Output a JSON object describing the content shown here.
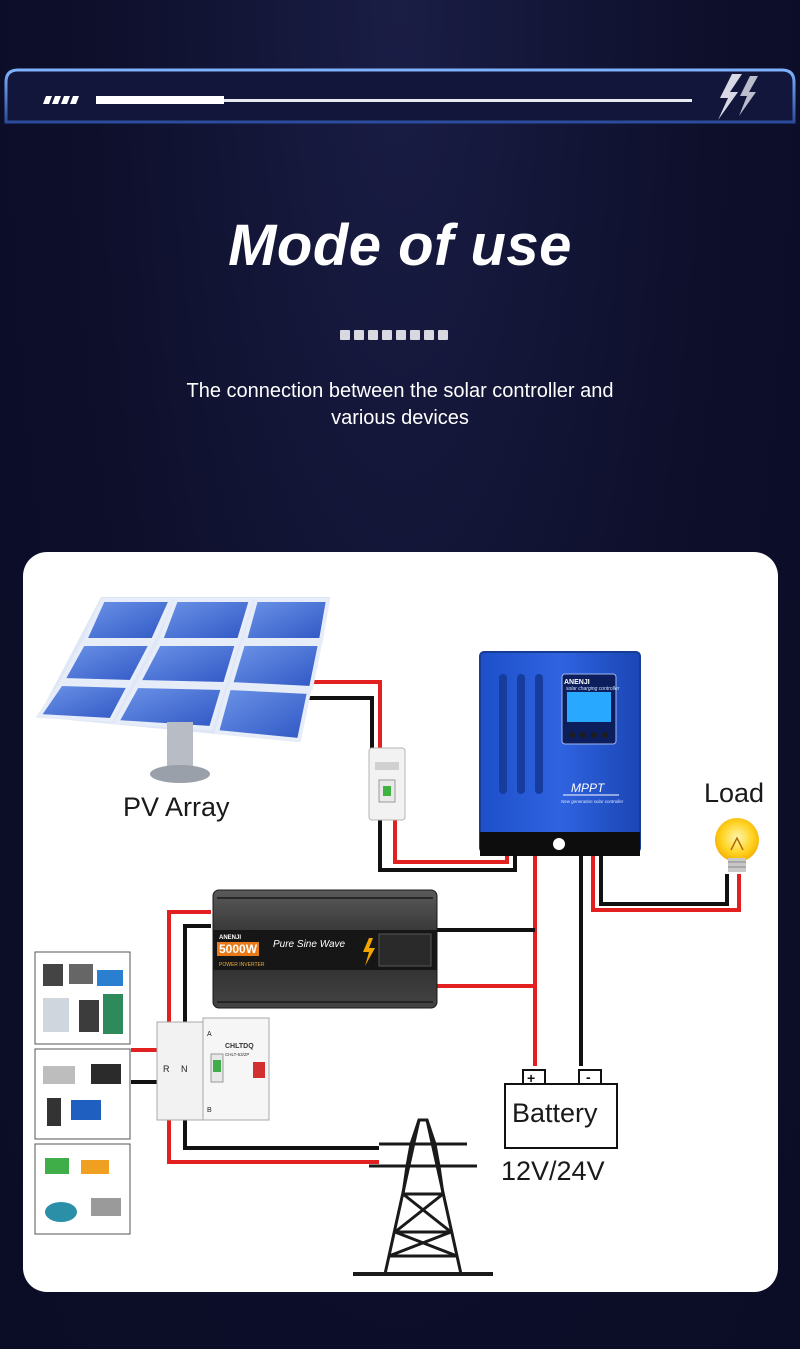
{
  "header": {
    "title": "Mode of use",
    "subtitle_line1": "The connection between the solar controller and",
    "subtitle_line2": "various devices",
    "decor_dot_count": 8
  },
  "diagram": {
    "pv_label": "PV Array",
    "load_label": "Load",
    "battery_label": "Battery",
    "battery_voltage": "12V/24V",
    "battery_pos": "+",
    "battery_neg": "-",
    "controller": {
      "brand": "ANENJI",
      "model_text": "MPPT",
      "caption": "solar charging controller",
      "sub_caption": "New generation solar controller"
    },
    "inverter": {
      "brand": "ANENJI",
      "power": "5000W",
      "title": "Pure Sine Wave",
      "caption": "POWER INVERTER"
    },
    "transfer_switch": {
      "brand": "CHLTDQ",
      "model": "CHLT-63/2P",
      "left_tag": "R",
      "right_tag": "N",
      "a_label": "A",
      "b_label": "B"
    }
  },
  "colors": {
    "background": "#0d0f2b",
    "accent_blue": "#3b6fe0",
    "wire_red": "#e32020",
    "wire_black": "#111111"
  },
  "icons": [
    "lightning-icon",
    "solar-panel-icon",
    "light-bulb-icon",
    "power-tower-icon"
  ]
}
